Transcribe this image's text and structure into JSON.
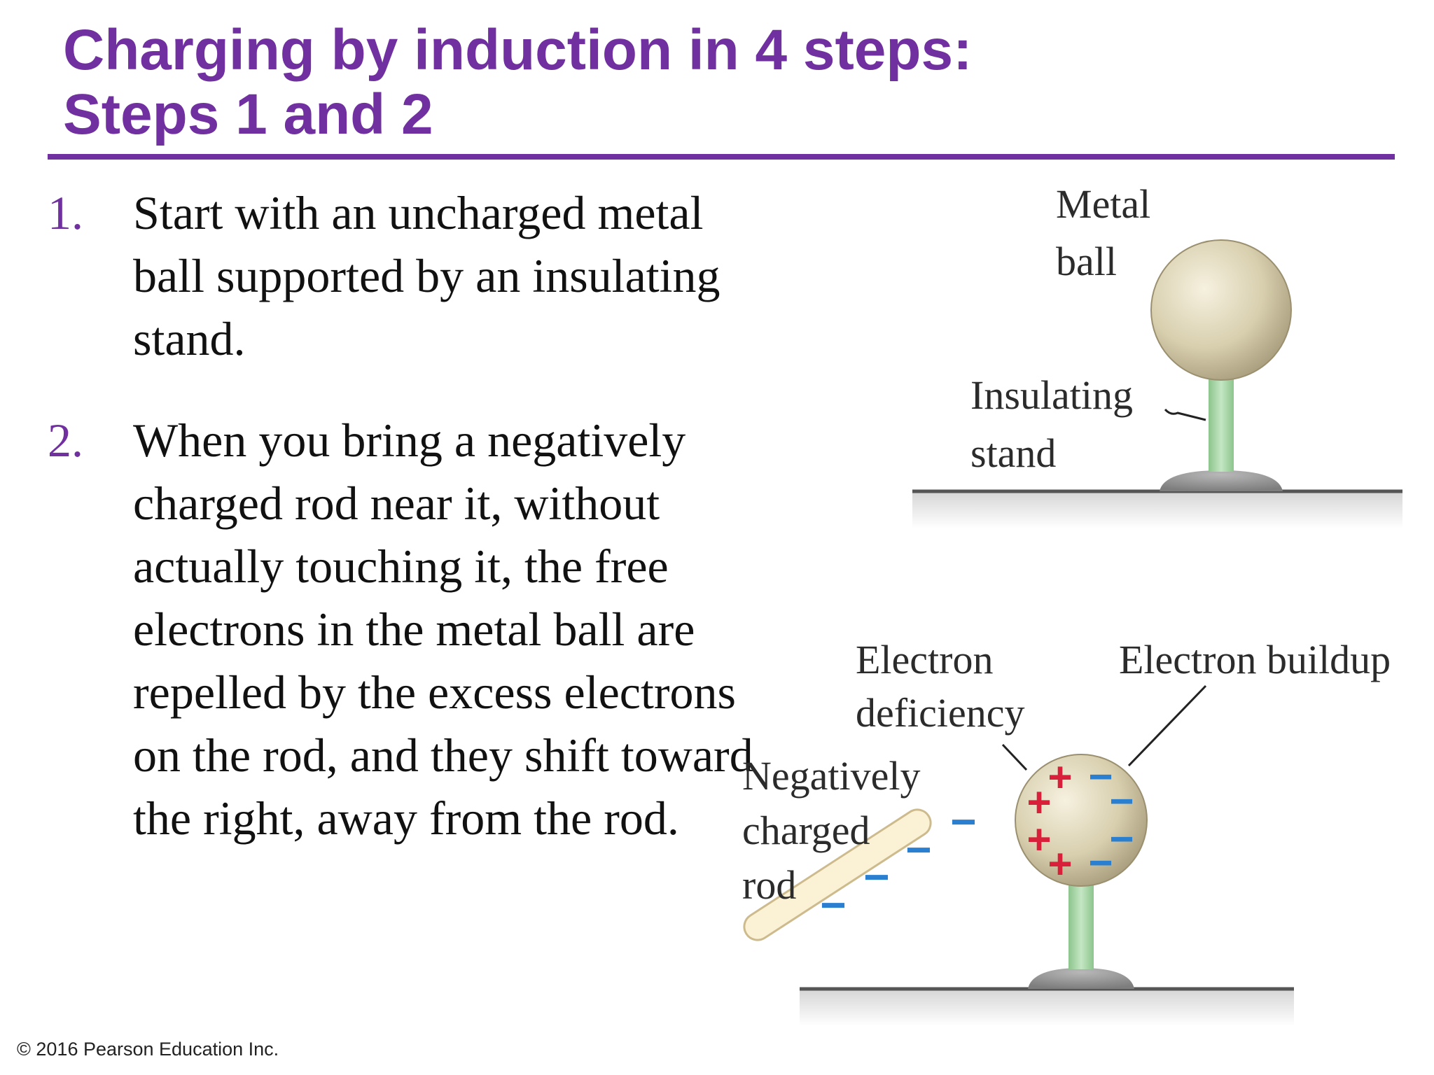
{
  "title": {
    "line1": "Charging by induction in 4 steps:",
    "line2": "Steps 1 and 2"
  },
  "steps": [
    {
      "number": "1.",
      "text": "Start with an uncharged metal ball supported by an insulating stand."
    },
    {
      "number": "2.",
      "text": "When you bring a negatively charged rod near it, without actually touching it, the free electrons in the metal ball are repelled by the excess electrons on the rod, and they shift toward the right, away from the rod."
    }
  ],
  "figure1": {
    "label_ball_1": "Metal",
    "label_ball_2": "ball",
    "label_stand_1": "Insulating",
    "label_stand_2": "stand"
  },
  "figure2": {
    "label_deficiency_1": "Electron",
    "label_deficiency_2": "deficiency",
    "label_buildup": "Electron buildup",
    "label_rod_1": "Negatively",
    "label_rod_2": "charged",
    "label_rod_3": "rod",
    "plus_sign": "+",
    "minus_sign": "−"
  },
  "colors": {
    "title": "#7030a0",
    "plus": "#d8203a",
    "minus": "#2a7fd0",
    "ball": "#d8cfae",
    "stand": "#a8d5a8"
  },
  "footer": {
    "copyright": "© 2016 Pearson Education Inc."
  }
}
